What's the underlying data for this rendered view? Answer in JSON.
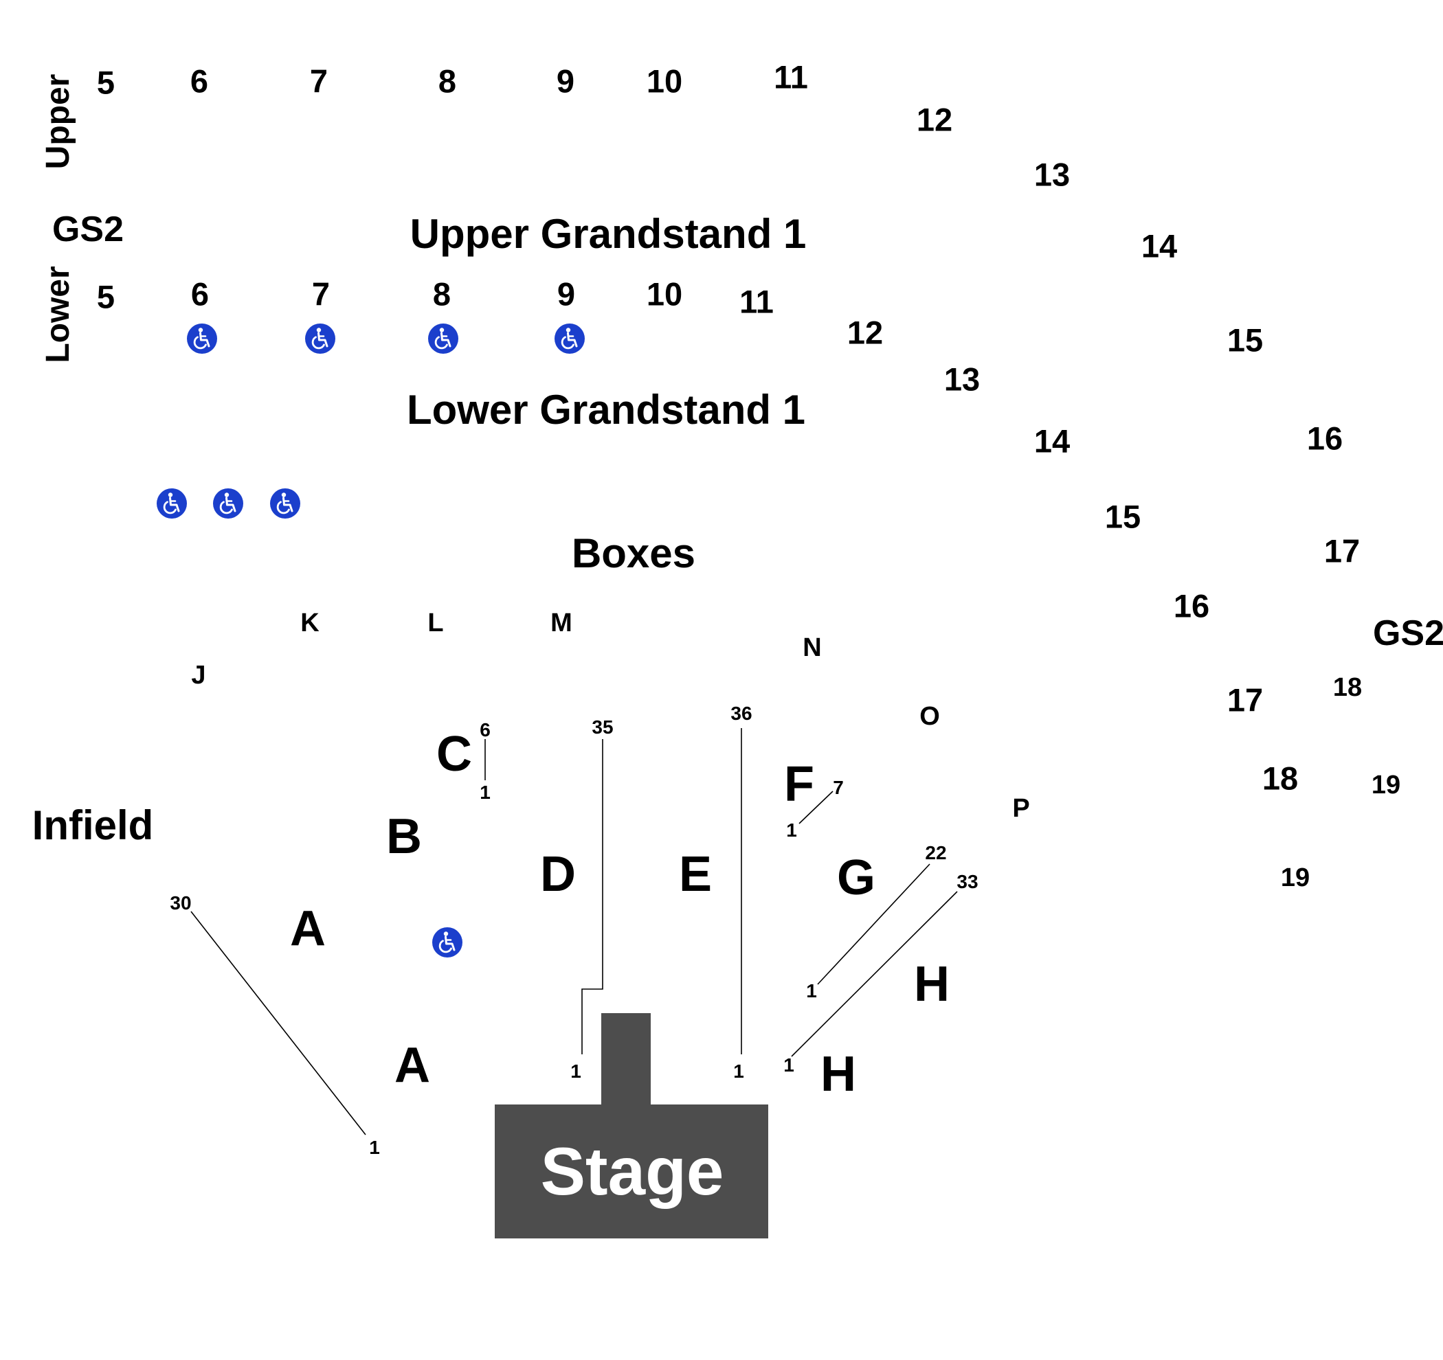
{
  "labels": {
    "upper_side": "Upper",
    "lower_side": "Lower",
    "gs2_left": "GS2",
    "gs2_right": "GS2",
    "upper_title": "Upper Grandstand 1",
    "lower_title": "Lower Grandstand 1",
    "boxes_title": "Boxes",
    "infield_title": "Infield",
    "stage": "Stage"
  },
  "upper_sections": [
    "5",
    "6",
    "7",
    "8",
    "9",
    "10",
    "11",
    "12",
    "13",
    "14",
    "15",
    "16",
    "17",
    "18",
    "19"
  ],
  "lower_sections": [
    "5",
    "6",
    "7",
    "8",
    "9",
    "10",
    "11",
    "12",
    "13",
    "14",
    "15",
    "16",
    "17",
    "18",
    "19"
  ],
  "boxes": [
    "J",
    "K",
    "L",
    "M",
    "N",
    "O",
    "P"
  ],
  "floor_sections": [
    "A",
    "A",
    "B",
    "C",
    "D",
    "E",
    "F",
    "G",
    "H",
    "H"
  ],
  "row_numbers": [
    "30",
    "1",
    "6",
    "1",
    "35",
    "1",
    "36",
    "1",
    "7",
    "1",
    "22",
    "1",
    "33",
    "1"
  ],
  "icons": {
    "wheelchair": "wheelchair-accessible-icon",
    "wheelchair_color": "#1b3fcc"
  },
  "colors": {
    "stage": "#4d4d4d",
    "stage_text": "#ffffff",
    "text": "#000000",
    "background": "#ffffff"
  }
}
